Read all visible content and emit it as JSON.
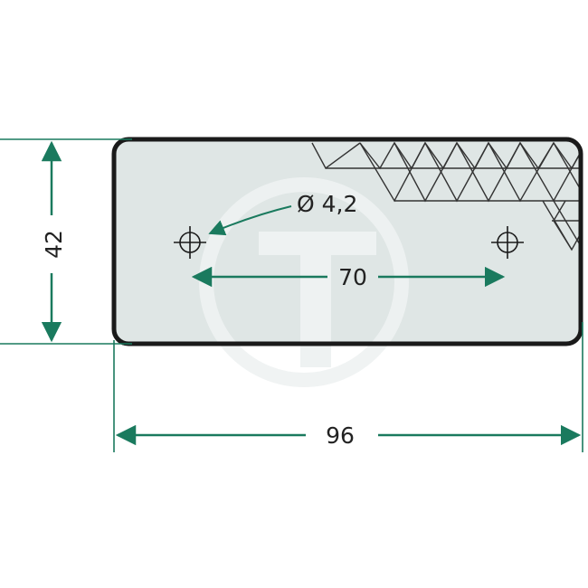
{
  "drawing": {
    "dimensions": {
      "height_label": "42",
      "width_label": "96",
      "hole_spacing_label": "70",
      "hole_diameter_label": "Ø 4,2"
    },
    "watermark": {
      "letter": "T"
    },
    "colors": {
      "dimension_line": "#1a7a5e",
      "outline": "#1a1a1a",
      "reflector_fill": "#dfe6e5",
      "hatch": "#333333",
      "watermark": "#e9eeee",
      "text": "#222222"
    }
  }
}
